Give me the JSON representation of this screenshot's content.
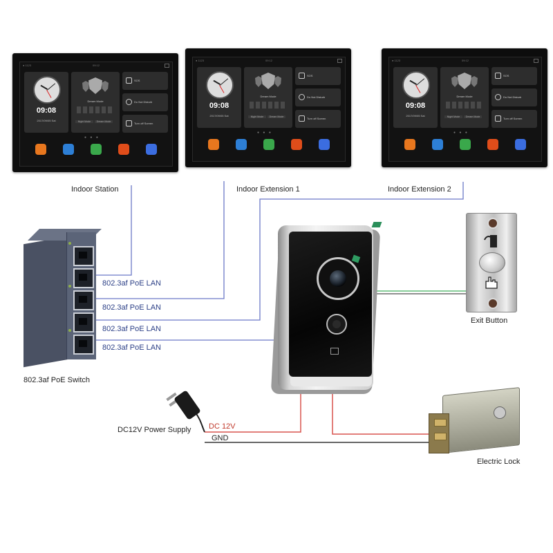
{
  "monitor_ui": {
    "status_left": "● 1123",
    "status_center": "09:12",
    "time": "09:08",
    "date": "2017/09/05  Sat",
    "mode_label": "Dream Mode",
    "mode_buttons": [
      "Night Mode",
      "Dream Mode"
    ],
    "side_items": [
      "SOS",
      "Do Not Disturb",
      "Turn off Screen"
    ],
    "page_dots": "● ● ●",
    "dock_colors": [
      "#e8771e",
      "#2d7fd6",
      "#3aa84b",
      "#e04d1a",
      "#3b6de0"
    ]
  },
  "labels": {
    "indoor_station": "Indoor Station",
    "indoor_extension_1": "Indoor Extension 1",
    "indoor_extension_2": "Indoor Extension 2",
    "poe_switch": "802.3af PoE Switch",
    "exit_button": "Exit Button",
    "power_supply": "DC12V Power Supply",
    "electric_lock": "Electric Lock",
    "dc12v": "DC 12V",
    "gnd": "GND"
  },
  "poe_links": [
    "802.3af PoE LAN",
    "802.3af PoE LAN",
    "802.3af PoE LAN",
    "802.3af PoE LAN"
  ],
  "colors": {
    "lan_wire": "#6b78c6",
    "power_wire": "#d9534f",
    "ground_wire": "#333333",
    "exit_wire": "#3fae5a"
  }
}
